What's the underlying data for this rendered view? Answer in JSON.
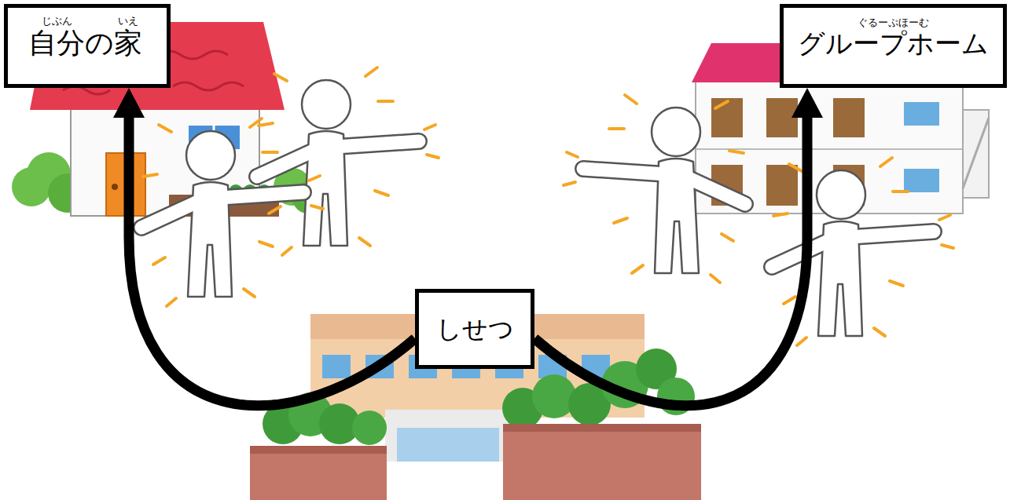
{
  "diagram": {
    "nodes": [
      {
        "text": [
          "じぶん",
          "いえ",
          "自分の家"
        ]
      },
      {
        "text": [
          "ぐるーぷほーむ",
          "グループホーム"
        ]
      },
      {
        "text": [
          "しせつ"
        ]
      }
    ],
    "edges": [
      {
        "from": 2,
        "to": 0,
        "arrow": "to"
      },
      {
        "from": 2,
        "to": 1,
        "arrow": "to"
      }
    ]
  }
}
